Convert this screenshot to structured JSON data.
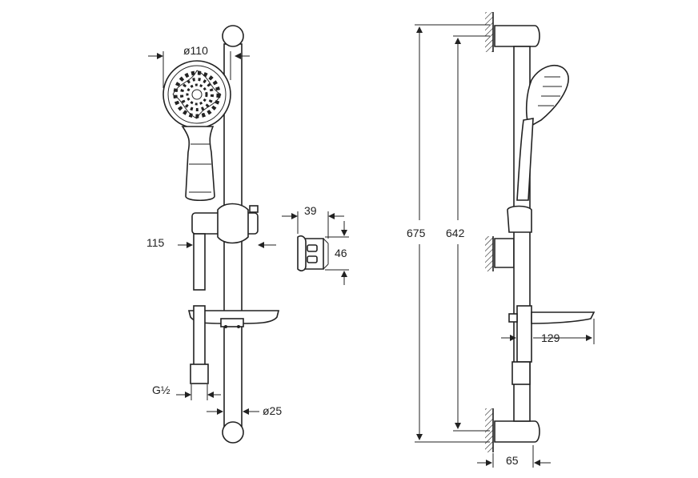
{
  "dimensions": {
    "head_diameter": "ø110",
    "hose_offset": "115",
    "holder_width": "39",
    "holder_height": "46",
    "thread": "G½",
    "rail_diameter": "ø25",
    "total_height": "675",
    "rail_length": "642",
    "soap_dish_depth": "129",
    "wall_offset": "65"
  },
  "colors": {
    "line": "#222222",
    "background": "#ffffff"
  }
}
